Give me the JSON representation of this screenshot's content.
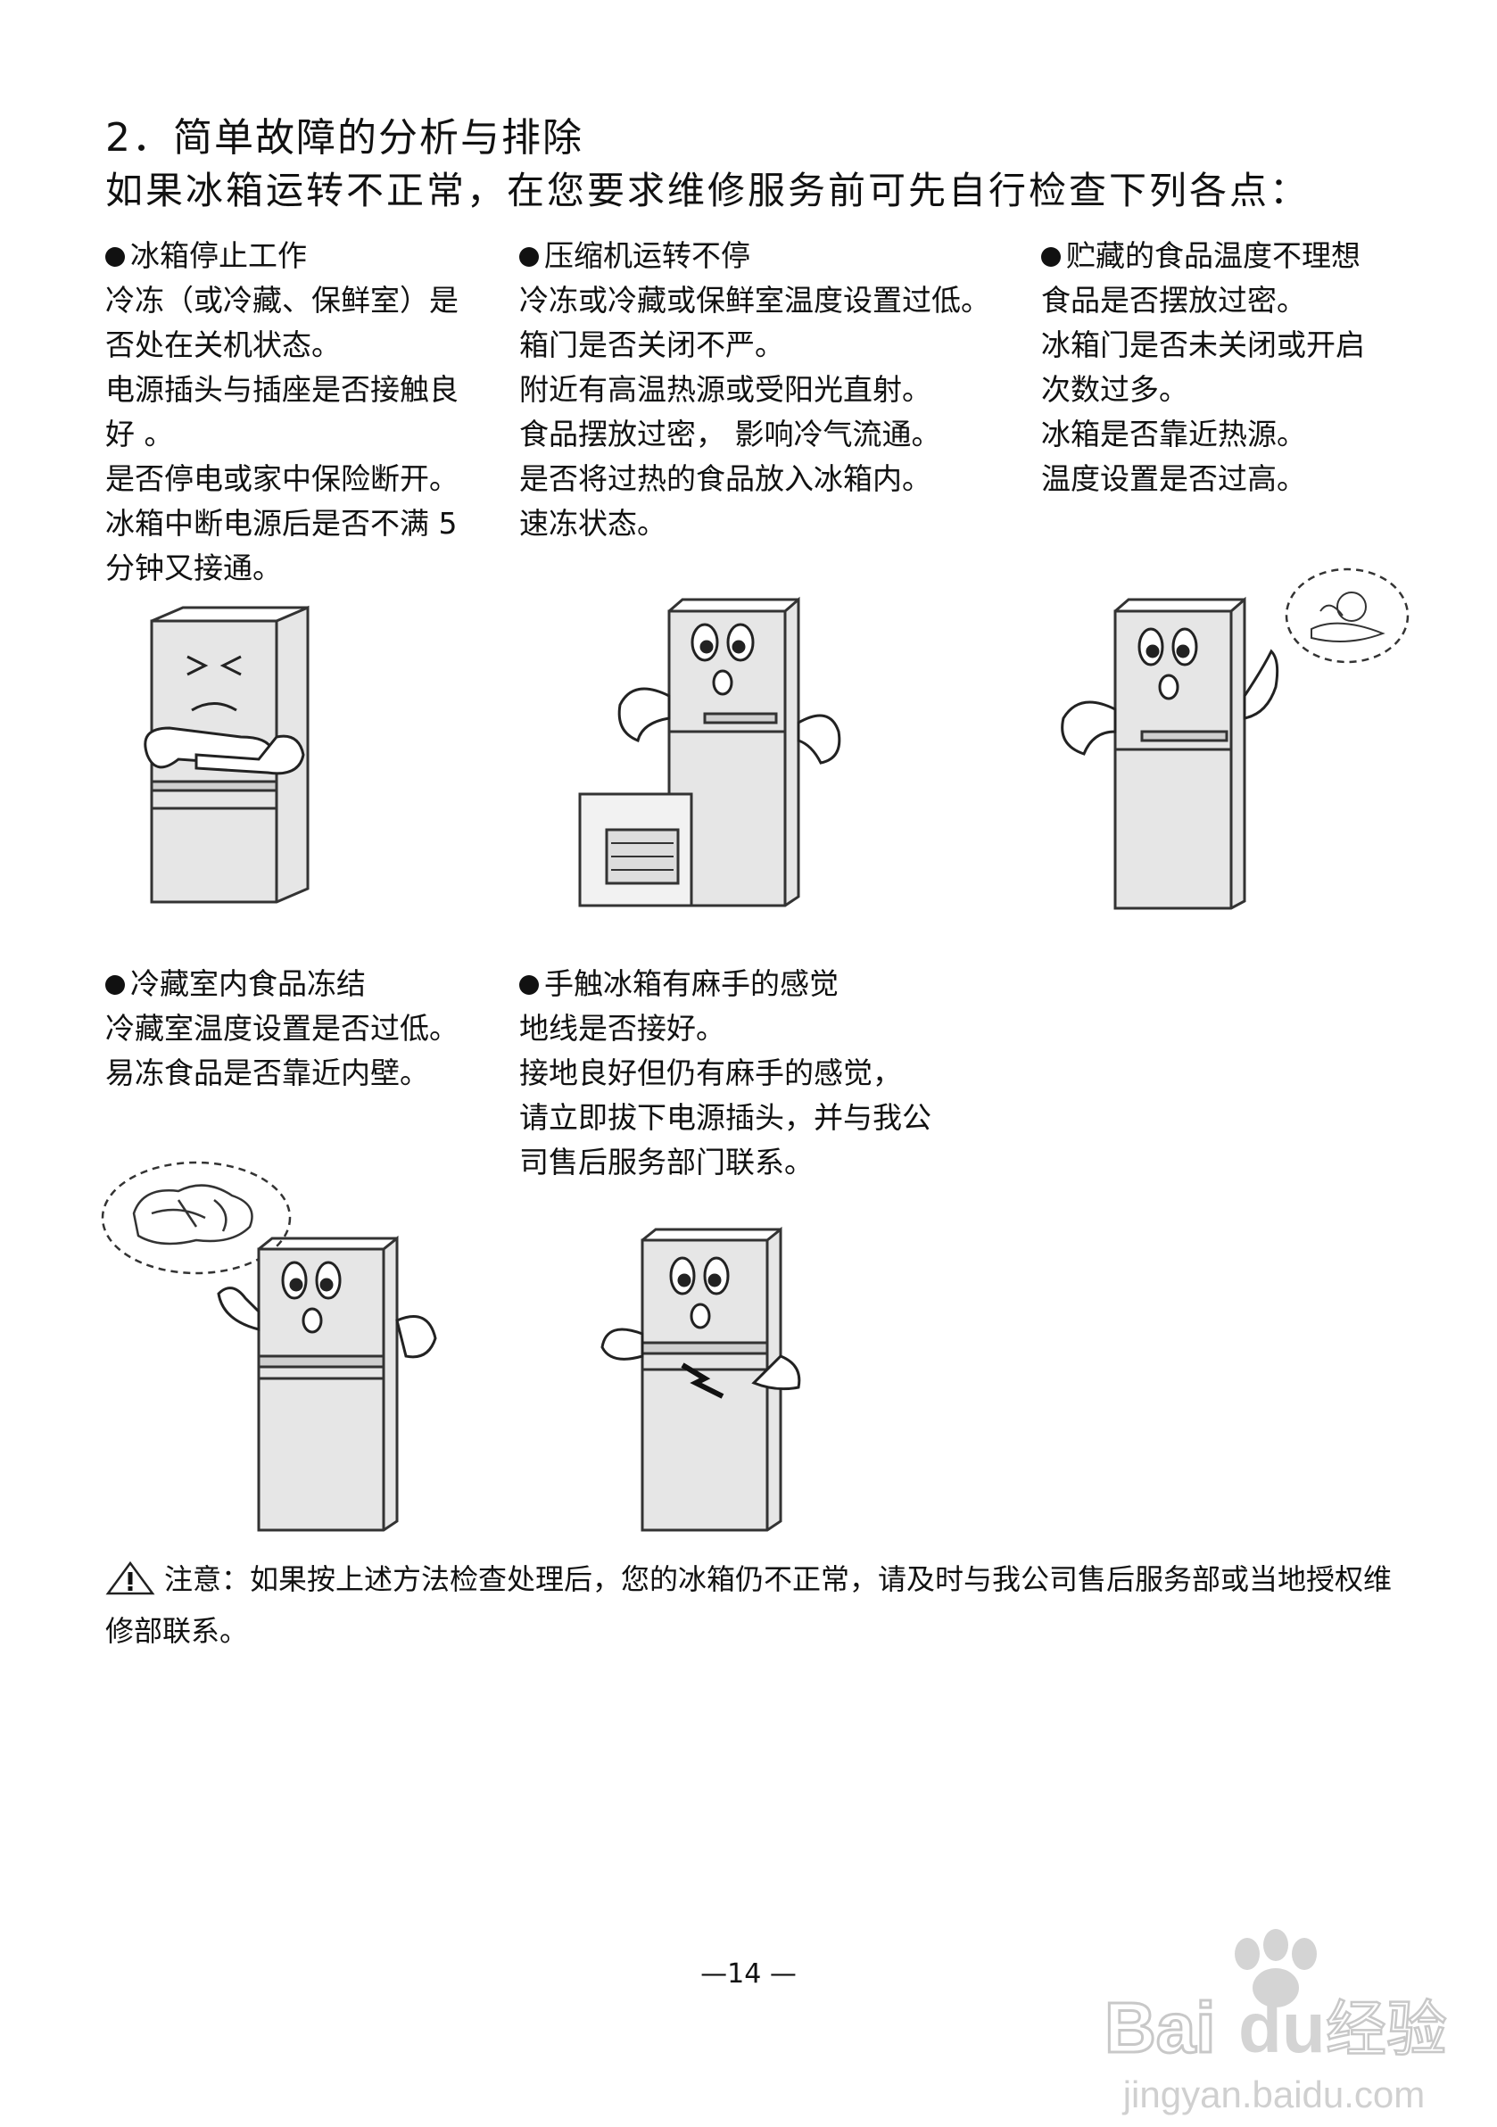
{
  "heading": "2．简单故障的分析与排除",
  "intro": "如果冰箱运转不正常，在您要求维修服务前可先自行检查下列各点：",
  "sections": [
    {
      "title": "冰箱停止工作",
      "lines": [
        "冷冻（或冷藏、保鲜室）是",
        "否处在关机状态。",
        "电源插头与插座是否接触良",
        "好 。",
        "是否停电或家中保险断开。",
        "冰箱中断电源后是否不满 5",
        "分钟又接通。"
      ]
    },
    {
      "title": "压缩机运转不停",
      "lines": [
        "冷冻或冷藏或保鲜室温度设置过低。",
        "箱门是否关闭不严。",
        "附近有高温热源或受阳光直射。",
        "食品摆放过密， 影响冷气流通。",
        "是否将过热的食品放入冰箱内。",
        "速冻状态。"
      ]
    },
    {
      "title": "贮藏的食品温度不理想",
      "lines": [
        "食品是否摆放过密。",
        "冰箱门是否未关闭或开启",
        "次数过多。",
        "冰箱是否靠近热源。",
        "温度设置是否过高。"
      ]
    },
    {
      "title": "冷藏室内食品冻结",
      "lines": [
        "冷藏室温度设置是否过低。",
        "易冻食品是否靠近内壁。"
      ]
    },
    {
      "title": "手触冰箱有麻手的感觉",
      "lines": [
        "地线是否接好。",
        "接地良好但仍有麻手的感觉，",
        "请立即拔下电源插头，并与我公",
        "司售后服务部门联系。"
      ]
    }
  ],
  "note": {
    "label": "注意：",
    "text": "如果按上述方法检查处理后，您的冰箱仍不正常，请及时与我公司售后服务部或当地授权维修部联系。"
  },
  "page_number": "—14 —",
  "watermark": {
    "brand": "Bai",
    "brand2": "du",
    "suffix": "经验",
    "url": "jingyan.baidu.com"
  },
  "colors": {
    "text": "#111111",
    "fridge_fill": "#e6e6e6",
    "fridge_line": "#333333"
  }
}
